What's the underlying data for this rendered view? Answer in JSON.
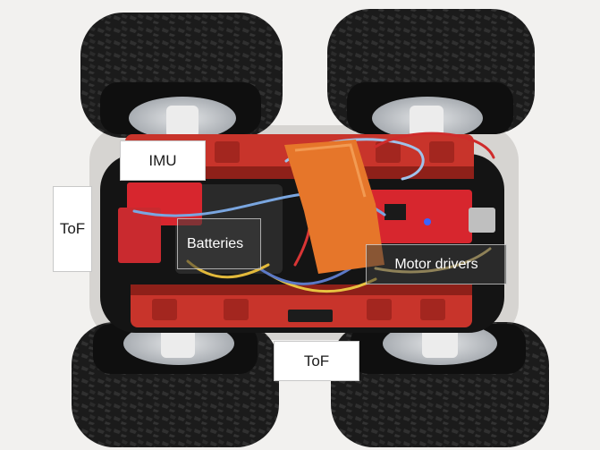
{
  "labels": {
    "imu": "IMU",
    "tof_left": "ToF",
    "batteries": "Batteries",
    "motor_drivers": "Motor drivers",
    "tof_bottom": "ToF"
  },
  "colors": {
    "background": "#f2f1ef",
    "tire": "#1b1b1b",
    "tread": "#2e2e2e",
    "hub": "#c9cdd2",
    "chassis": "#c8342b",
    "chassis_dark": "#8e2019",
    "tape": "#e6762a",
    "board": "#d7262e"
  }
}
